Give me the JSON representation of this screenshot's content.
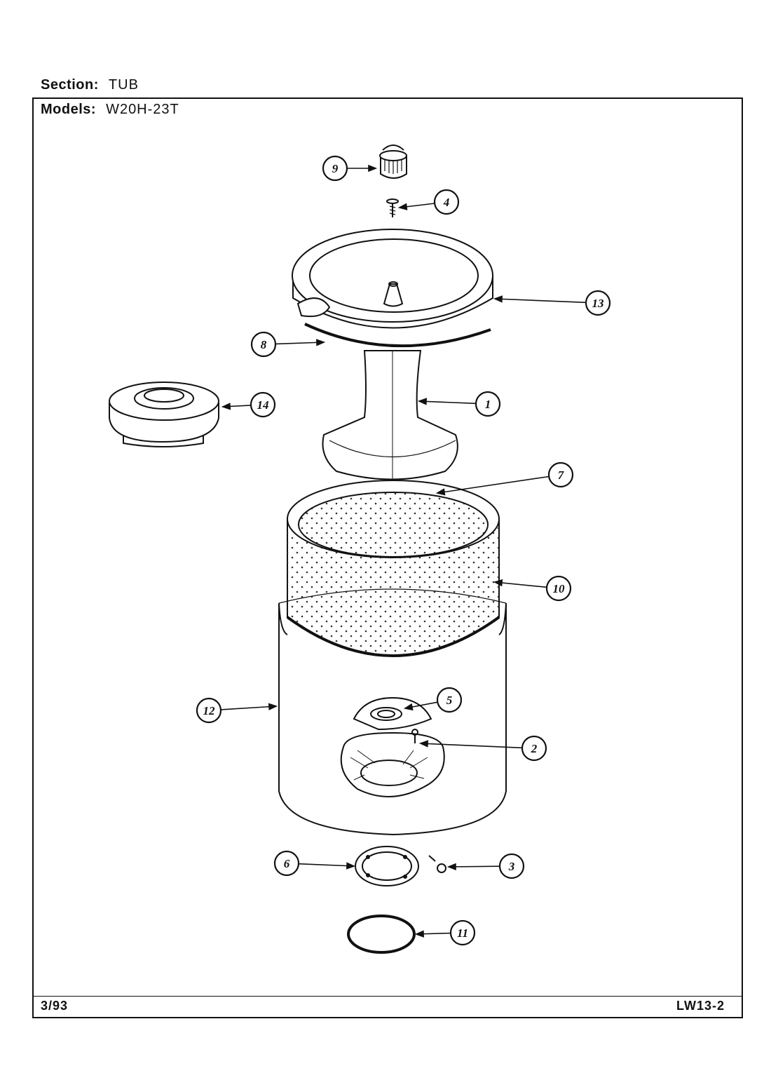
{
  "header": {
    "section_label": "Section:",
    "section_value": "TUB",
    "models_label": "Models:",
    "models_value": "W20H-23T"
  },
  "footer": {
    "date": "3/93",
    "code": "LW13-2"
  },
  "callouts": [
    "9",
    "4",
    "13",
    "8",
    "14",
    "1",
    "7",
    "10",
    "12",
    "5",
    "2",
    "6",
    "3",
    "11"
  ]
}
